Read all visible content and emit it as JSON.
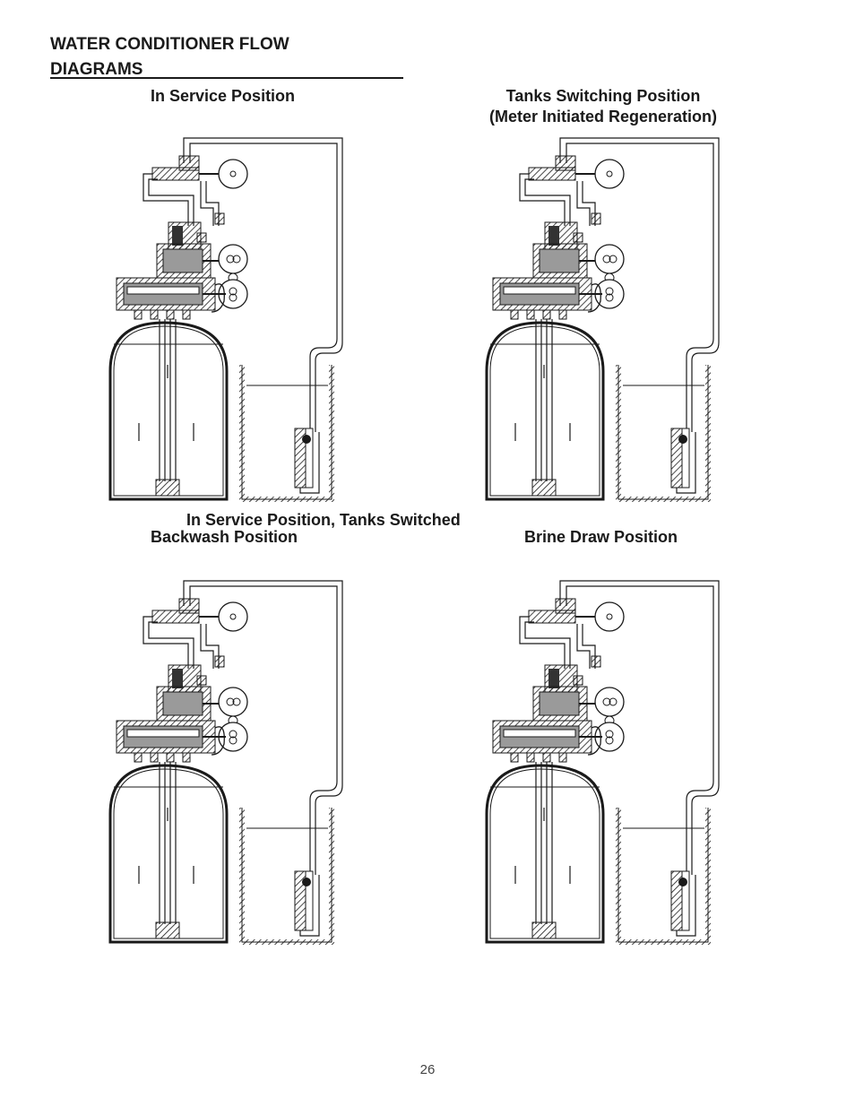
{
  "title": {
    "line1": "WATER CONDITIONER FLOW",
    "line2": "DIAGRAMS"
  },
  "panels": [
    {
      "caption": "In Service Position",
      "caption_line2": ""
    },
    {
      "caption": "Tanks Switching Position",
      "caption_line2": "(Meter Initiated Regeneration)"
    },
    {
      "caption": "In Service Position, Tanks Switched",
      "caption_line2": ""
    },
    {
      "caption": "Backwash Position",
      "caption_line2": ""
    },
    {
      "caption": "Brine Draw Position",
      "caption_line2": ""
    }
  ],
  "page_number": "26",
  "colors": {
    "ink": "#1a1a1a",
    "shading": "#9a9a9a",
    "background": "#ffffff"
  }
}
